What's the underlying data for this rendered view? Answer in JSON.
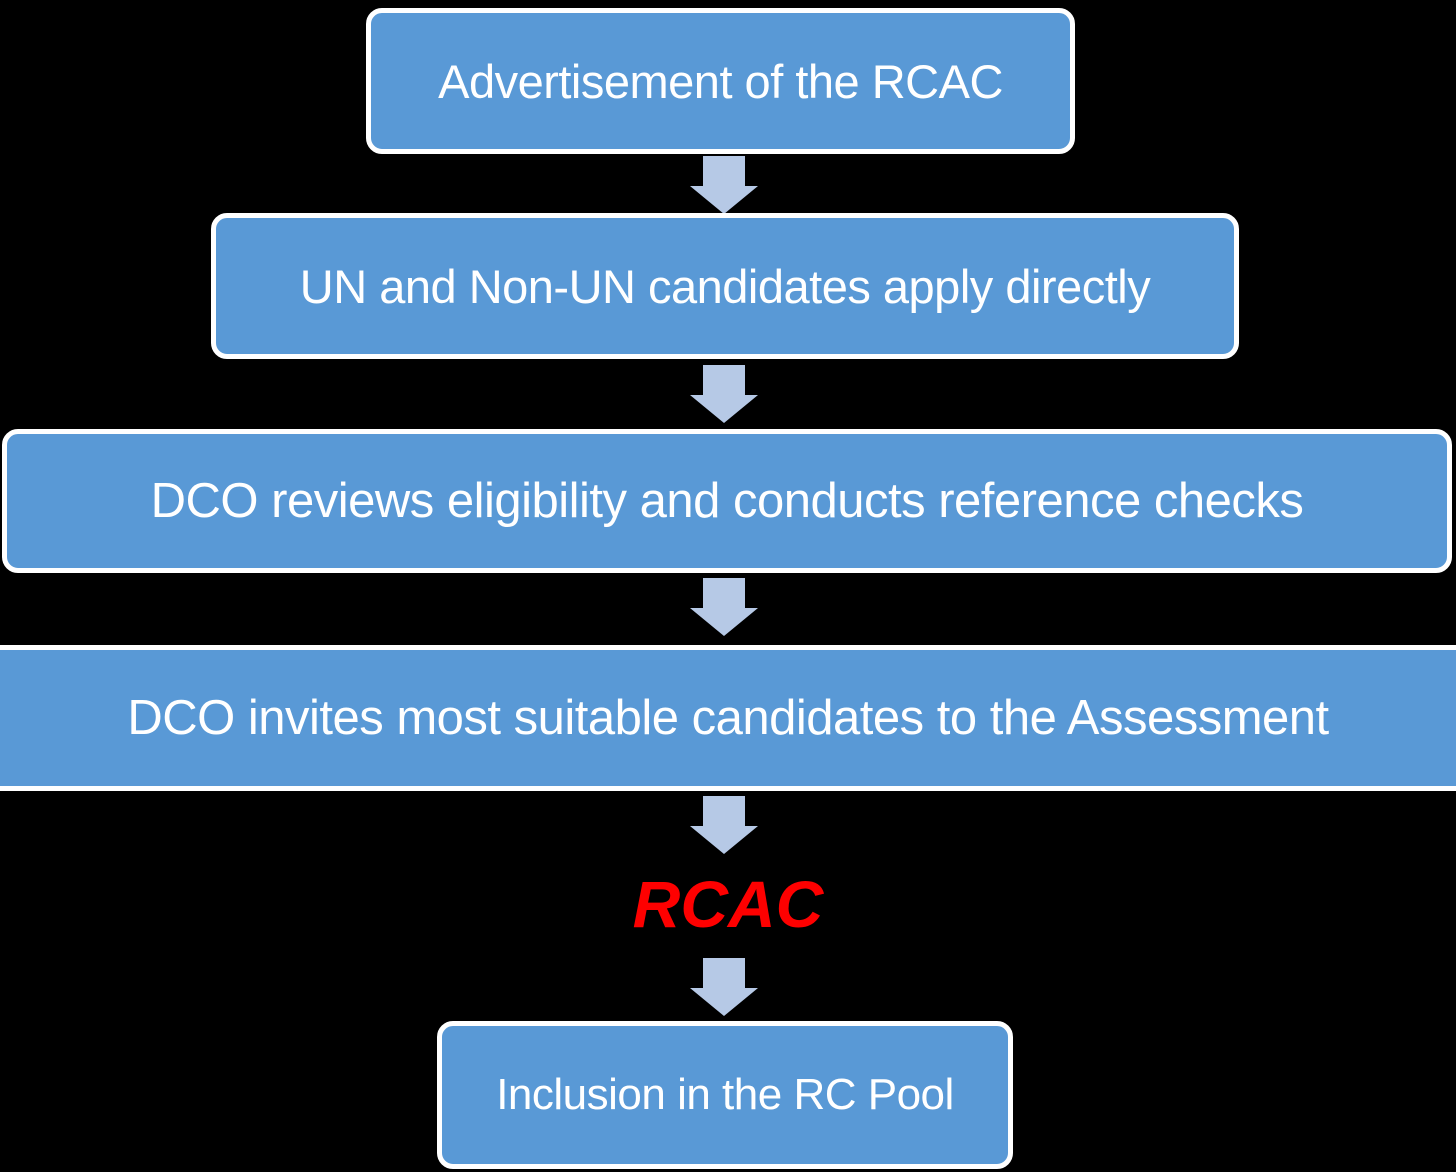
{
  "diagram": {
    "title": "RCAC selection process flowchart",
    "background_color": "#000000",
    "box_fill_color": "#5999D6",
    "box_border_color": "#FFFFFF",
    "box_text_color": "#FFFFFF",
    "arrow_color": "#B6C9E6",
    "highlight_text_color": "#FE0000",
    "steps": [
      {
        "label": "Advertisement of the RCAC",
        "style": "box"
      },
      {
        "label": "UN and Non-UN candidates apply directly",
        "style": "box"
      },
      {
        "label": "DCO reviews eligibility and conducts reference checks",
        "style": "box"
      },
      {
        "label": "DCO invites most suitable candidates to the Assessment",
        "style": "box"
      },
      {
        "label": "RCAC",
        "style": "highlight-text"
      },
      {
        "label": "Inclusion in the RC Pool",
        "style": "box"
      }
    ],
    "connector": "down-block-arrow"
  }
}
